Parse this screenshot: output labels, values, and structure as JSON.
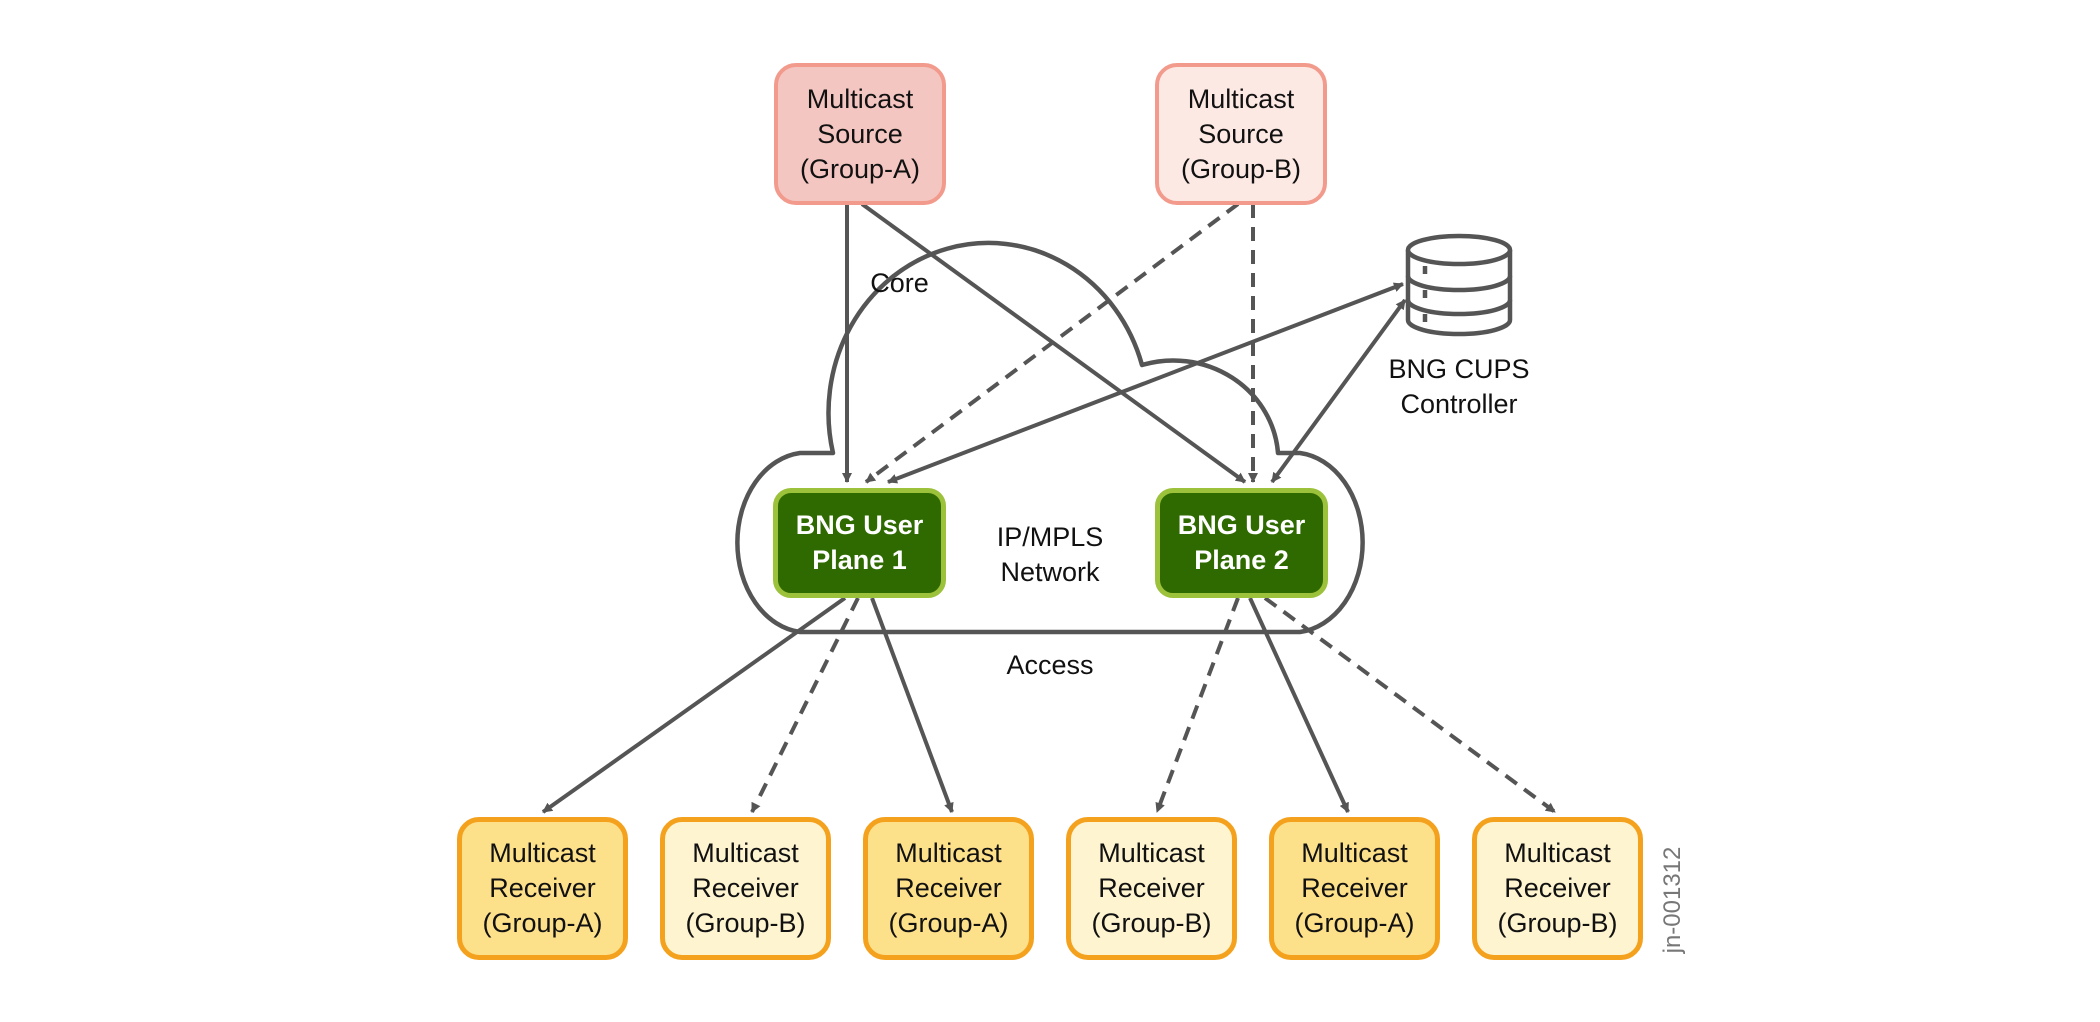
{
  "diagram": {
    "sources": [
      {
        "id": "source-a",
        "lines": [
          "Multicast",
          "Source",
          "(Group-A)"
        ],
        "group": "A"
      },
      {
        "id": "source-b",
        "lines": [
          "Multicast",
          "Source",
          "(Group-B)"
        ],
        "group": "B"
      }
    ],
    "user_planes": [
      {
        "id": "up1",
        "lines": [
          "BNG User",
          "Plane 1"
        ]
      },
      {
        "id": "up2",
        "lines": [
          "BNG User",
          "Plane 2"
        ]
      }
    ],
    "controller": {
      "lines": [
        "BNG CUPS",
        "Controller"
      ],
      "icon": "database-icon"
    },
    "network": {
      "lines": [
        "IP/MPLS",
        "Network"
      ]
    },
    "labels": {
      "core": "Core",
      "access": "Access"
    },
    "receivers": [
      {
        "lines": [
          "Multicast",
          "Receiver",
          "(Group-A)"
        ],
        "group": "A"
      },
      {
        "lines": [
          "Multicast",
          "Receiver",
          "(Group-B)"
        ],
        "group": "B"
      },
      {
        "lines": [
          "Multicast",
          "Receiver",
          "(Group-A)"
        ],
        "group": "A"
      },
      {
        "lines": [
          "Multicast",
          "Receiver",
          "(Group-B)"
        ],
        "group": "B"
      },
      {
        "lines": [
          "Multicast",
          "Receiver",
          "(Group-A)"
        ],
        "group": "A"
      },
      {
        "lines": [
          "Multicast",
          "Receiver",
          "(Group-B)"
        ],
        "group": "B"
      }
    ],
    "connections": [
      {
        "from": "source-a",
        "to": "up1",
        "style": "solid"
      },
      {
        "from": "source-a",
        "to": "up2",
        "style": "solid"
      },
      {
        "from": "source-b",
        "to": "up1",
        "style": "dashed"
      },
      {
        "from": "source-b",
        "to": "up2",
        "style": "dashed"
      },
      {
        "from": "controller",
        "to": "up1",
        "style": "solid",
        "bidirectional": true
      },
      {
        "from": "controller",
        "to": "up2",
        "style": "solid",
        "bidirectional": true
      },
      {
        "from": "up1",
        "to": "receiver-1",
        "style": "solid"
      },
      {
        "from": "up1",
        "to": "receiver-2",
        "style": "dashed"
      },
      {
        "from": "up1",
        "to": "receiver-3",
        "style": "solid"
      },
      {
        "from": "up2",
        "to": "receiver-4",
        "style": "dashed"
      },
      {
        "from": "up2",
        "to": "receiver-5",
        "style": "solid"
      },
      {
        "from": "up2",
        "to": "receiver-6",
        "style": "dashed"
      }
    ],
    "figure_id": "jn-001312",
    "colors": {
      "source_a_fill": "#f4c6c1",
      "source_b_fill": "#fde9e4",
      "source_border": "#f29a8c",
      "user_plane_fill": "#2f6a00",
      "user_plane_border": "#9cc13a",
      "receiver_a_fill": "#fde08a",
      "receiver_b_fill": "#fef4d0",
      "receiver_border": "#f4a21e",
      "line": "#555555"
    }
  }
}
